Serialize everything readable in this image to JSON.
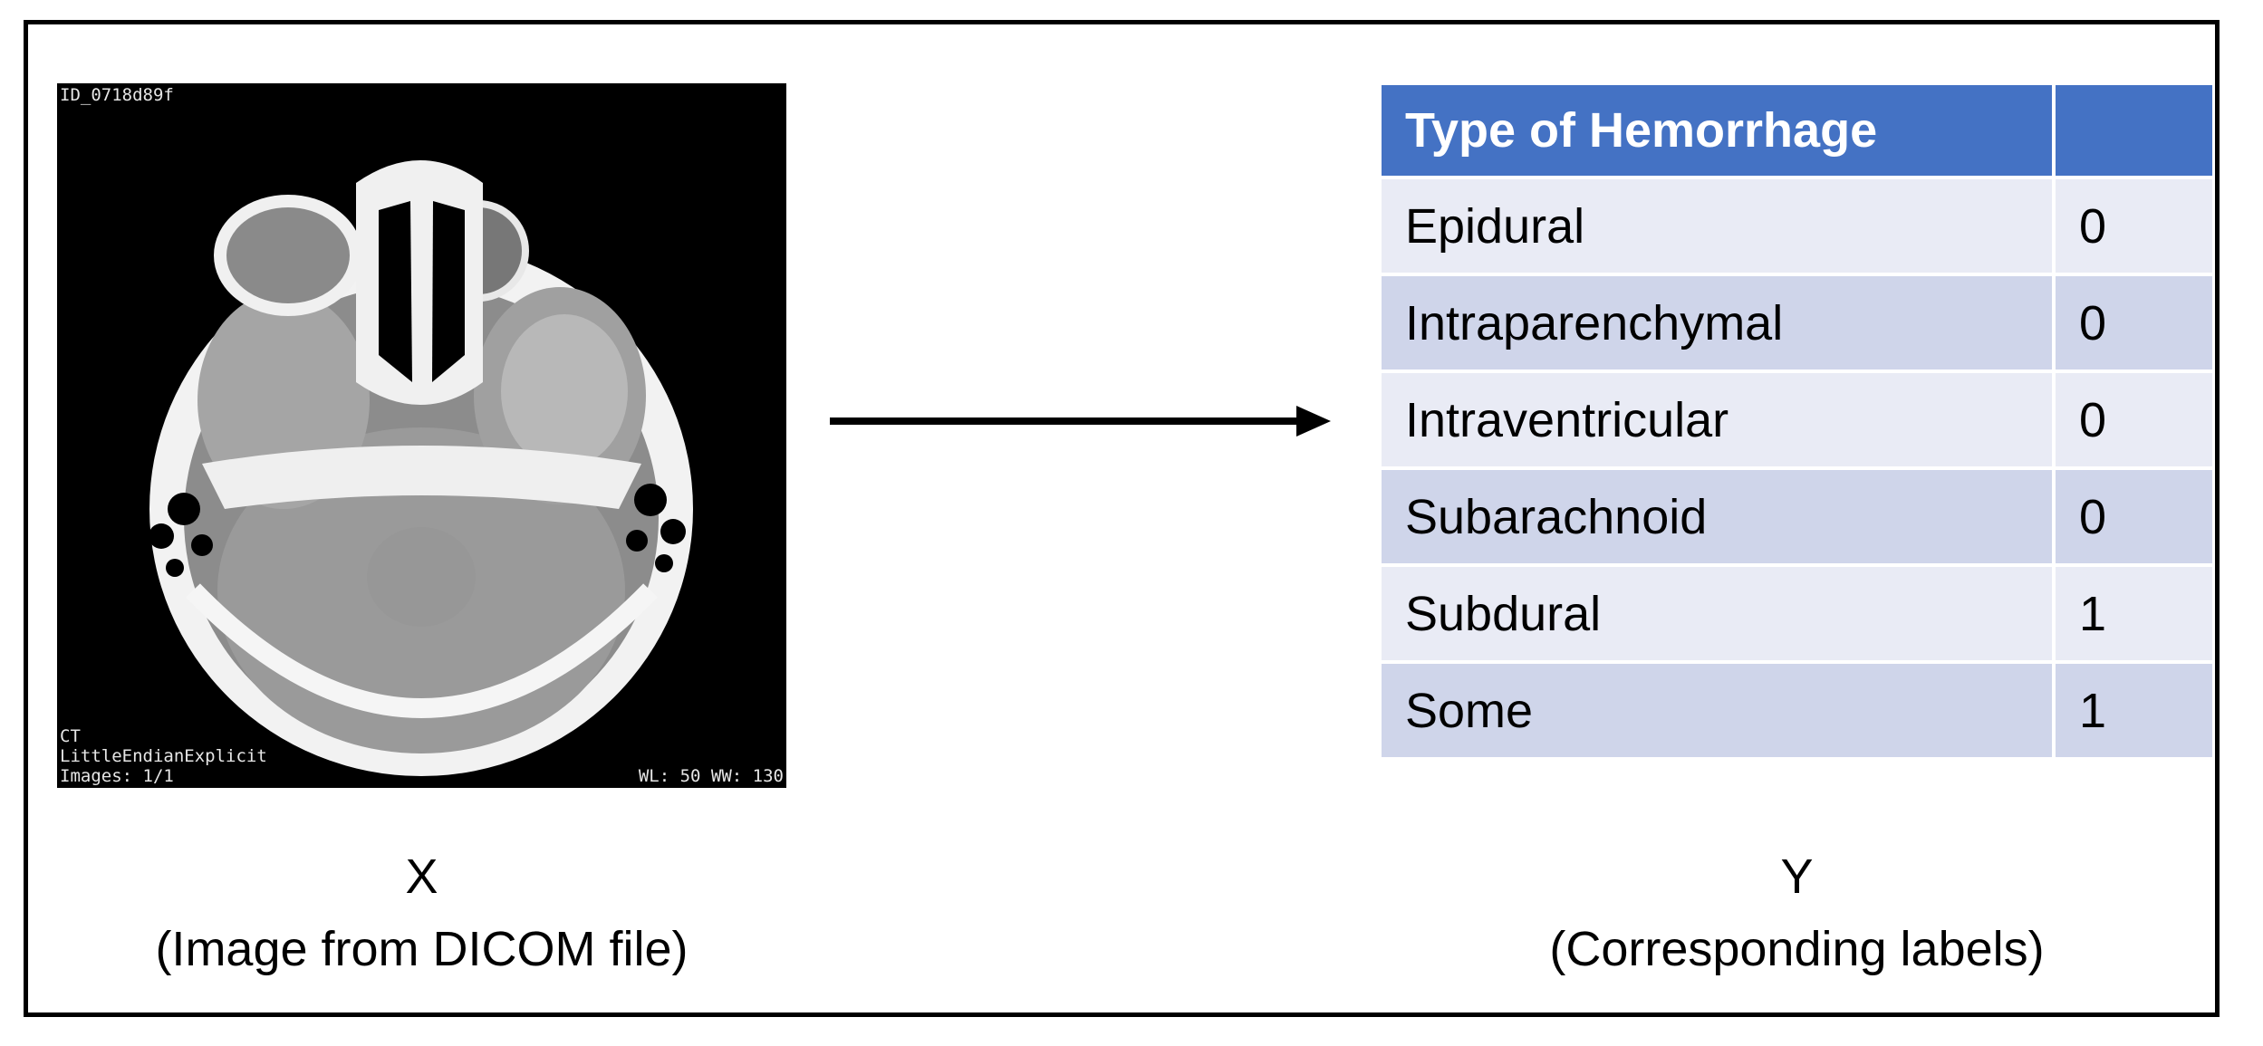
{
  "ct_image": {
    "overlay_id": "ID_0718d89f",
    "overlay_modality": "CT",
    "overlay_transfer_syntax": "LittleEndianExplicit",
    "overlay_images": "Images: 1/1",
    "overlay_window": "WL: 50 WW: 130"
  },
  "captions": {
    "x_symbol": "X",
    "x_description": "(Image from DICOM file)",
    "y_symbol": "Y",
    "y_description": "(Corresponding labels)"
  },
  "label_table": {
    "header_type": "Type of Hemorrhage",
    "header_value": "",
    "rows": [
      {
        "type": "Epidural",
        "value": "0"
      },
      {
        "type": "Intraparenchymal",
        "value": "0"
      },
      {
        "type": "Intraventricular",
        "value": "0"
      },
      {
        "type": "Subarachnoid",
        "value": "0"
      },
      {
        "type": "Subdural",
        "value": "1"
      },
      {
        "type": "Some",
        "value": "1"
      }
    ]
  },
  "colors": {
    "header_blue": "#4472c4",
    "row_dark": "#cfd5ea",
    "row_light": "#e9ebf5"
  }
}
